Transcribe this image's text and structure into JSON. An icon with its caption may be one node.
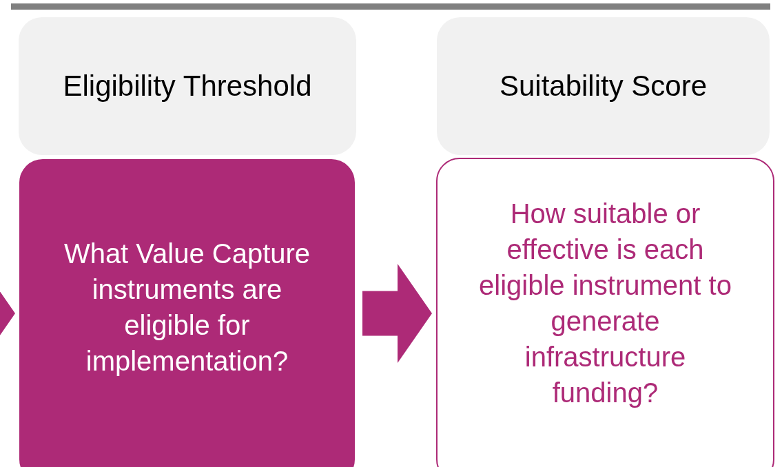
{
  "diagram": {
    "nodes": [
      {
        "text": [
          "Eligibility Threshold"
        ]
      },
      {
        "text": [
          "What Value Capture instruments are eligible for implementation?"
        ]
      },
      {
        "text": [
          "Suitability Score"
        ]
      },
      {
        "text": [
          "How suitable or effective is each eligible instrument to generate infrastructure funding?"
        ]
      }
    ],
    "edges": [
      {
        "from": null,
        "to": 1,
        "arrow": "to"
      },
      {
        "from": 1,
        "to": 3,
        "arrow": "to"
      }
    ]
  }
}
